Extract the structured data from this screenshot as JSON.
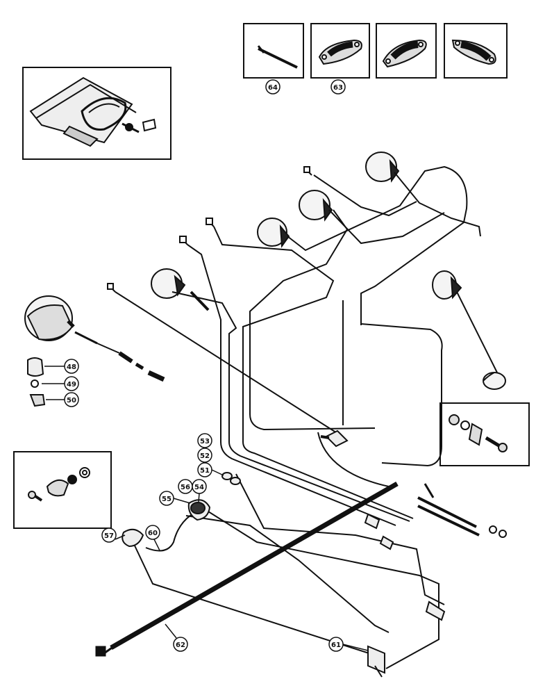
{
  "callouts": {
    "c48": "48",
    "c49": "49",
    "c50": "50",
    "c51": "51",
    "c52": "52",
    "c53": "53",
    "c54": "54",
    "c55": "55",
    "c56": "56",
    "c57": "57",
    "c60": "60",
    "c61": "61",
    "c62": "62",
    "c63": "63",
    "c64": "64"
  },
  "colors": {
    "ink": "#111111",
    "paper": "#ffffff",
    "shade": "#555555"
  }
}
